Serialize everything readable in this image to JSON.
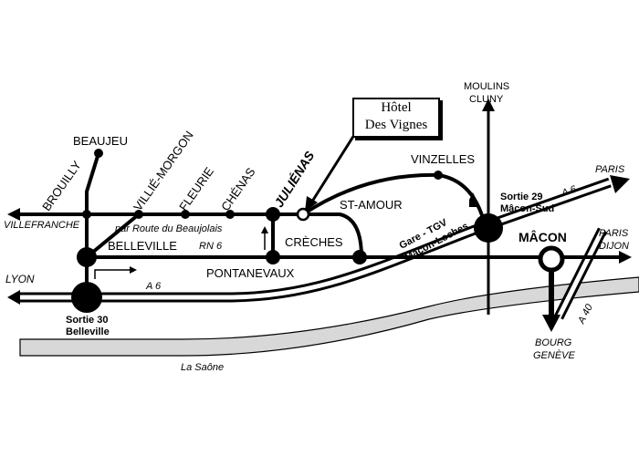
{
  "map": {
    "hotel": {
      "line1": "Hôtel",
      "line2": "Des Vignes"
    },
    "towns": {
      "beaujeu": "BEAUJEU",
      "brouilly": "BROUILLY",
      "villie_morgon": "VILLIÉ-MORGON",
      "fleurie": "FLEURIE",
      "chenas": "CHÉNAS",
      "julienas": "JULIÉNAS",
      "st_amour": "ST-AMOUR",
      "vinzelles": "VINZELLES",
      "moulins_cluny_1": "MOULINS",
      "moulins_cluny_2": "CLUNY",
      "belleville": "BELLEVILLE",
      "creches": "CRÈCHES",
      "pontanevaux": "PONTANEVAUX",
      "macon": "MÂCON",
      "villefranche": "VILLEFRANCHE",
      "lyon": "LYON",
      "paris_1": "PARIS",
      "paris_2": "PARIS",
      "dijon": "DIJON",
      "bourg": "BOURG",
      "geneve": "GENÈVE"
    },
    "roads": {
      "route_beaujolais": "par Route du Beaujolais",
      "rn6": "RN 6",
      "a6_west": "A 6",
      "a6_east": "A 6",
      "a40": "A 40"
    },
    "exits": {
      "sortie30_1": "Sortie 30",
      "sortie30_2": "Belleville",
      "sortie29_1": "Sortie 29",
      "sortie29_2": "Mâcon-Sud"
    },
    "station": {
      "line1": "Gare - TGV",
      "line2": "Mâcon-Loches"
    },
    "river": "La Saône"
  }
}
